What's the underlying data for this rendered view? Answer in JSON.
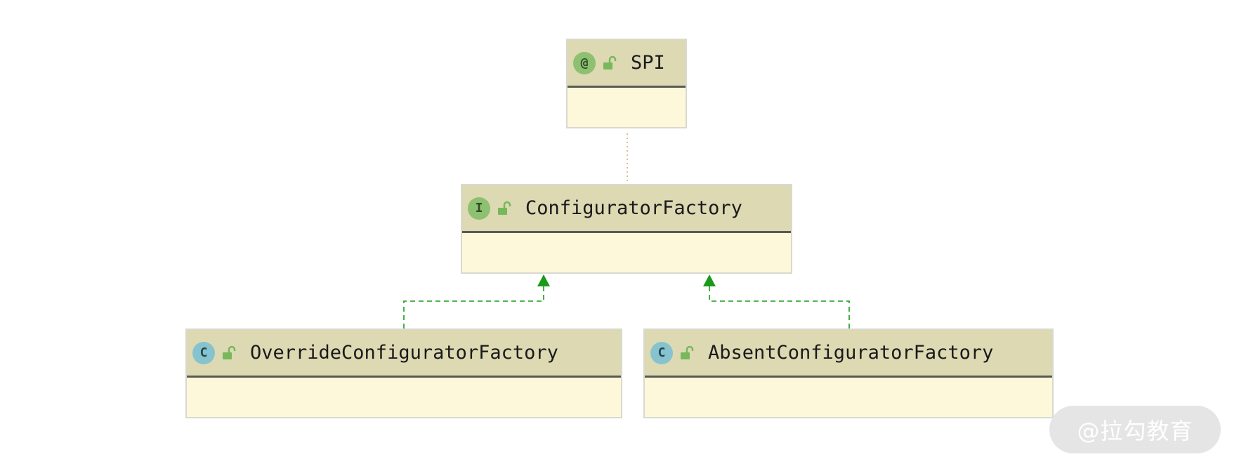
{
  "diagram": {
    "nodes": [
      {
        "id": "spi",
        "kind": "annotation",
        "kind_glyph": "@",
        "name": "SPI",
        "access": "public"
      },
      {
        "id": "configurator-factory",
        "kind": "interface",
        "kind_glyph": "I",
        "name": "ConfiguratorFactory",
        "access": "public"
      },
      {
        "id": "override-configurator-factory",
        "kind": "class",
        "kind_glyph": "C",
        "name": "OverrideConfiguratorFactory",
        "access": "public"
      },
      {
        "id": "absent-configurator-factory",
        "kind": "class",
        "kind_glyph": "C",
        "name": "AbsentConfiguratorFactory",
        "access": "public"
      }
    ],
    "edges": [
      {
        "from": "spi",
        "to": "configurator-factory",
        "type": "annotation"
      },
      {
        "from": "override-configurator-factory",
        "to": "configurator-factory",
        "type": "implements"
      },
      {
        "from": "absent-configurator-factory",
        "to": "configurator-factory",
        "type": "implements"
      }
    ]
  },
  "watermark": "@拉勾教育",
  "colors": {
    "header": "#dcd9b3",
    "body": "#fdf8da",
    "implements_edge": "#1a9a1a",
    "annotation_edge": "#c8b070",
    "annotation_icon": "#8dc070",
    "interface_icon": "#8dc070",
    "class_icon": "#86c3cf",
    "lock_icon": "#78b85a"
  },
  "icons": {
    "annotation": "at-sign-icon",
    "interface": "interface-icon",
    "class": "class-icon",
    "access": "unlocked-padlock-icon"
  }
}
